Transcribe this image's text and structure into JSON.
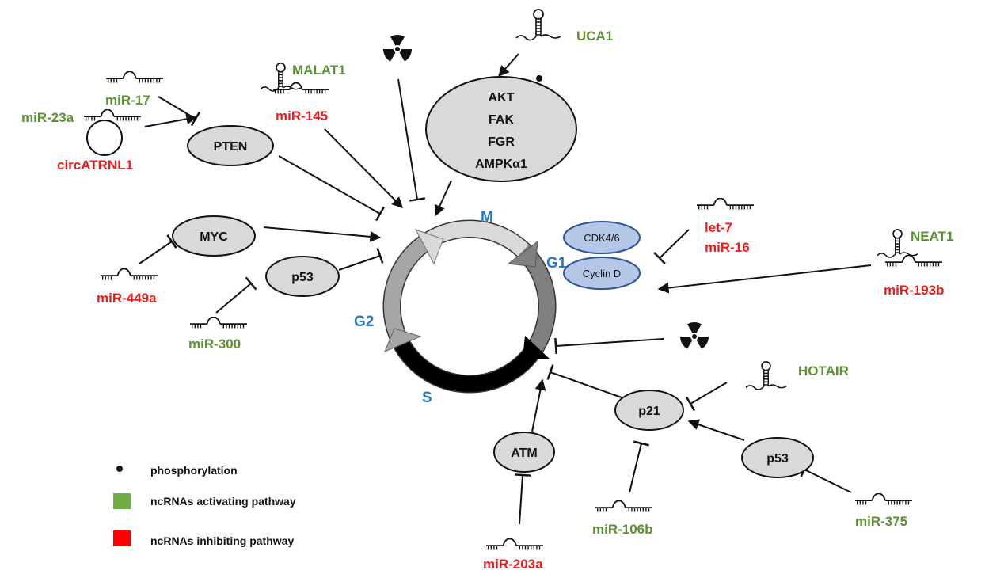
{
  "colors": {
    "activating": "#5b9132",
    "inhibiting": "#f21b1b",
    "phase_label": "#2479c8",
    "cyclin_fill": "#b4c7e7"
  },
  "cell_cycle": {
    "phases": {
      "m": "M",
      "g1": "G1",
      "g2": "G2",
      "s": "S"
    }
  },
  "nodes": {
    "akt_complex": [
      "AKT",
      "FAK",
      "FGR",
      "AMPKα1"
    ],
    "pten": "PTEN",
    "myc": "MYC",
    "p53_left": "p53",
    "cdk": "CDK4/6",
    "cyclin": "Cyclin D",
    "p21": "p21",
    "atm": "ATM",
    "p53_right": "p53"
  },
  "ncrnas": {
    "uca1": "UCA1",
    "malat1": "MALAT1",
    "mir145": "miR-145",
    "mir17": "miR-17",
    "mir23a": "miR-23a",
    "circatrnl1": "circATRNL1",
    "mir449a": "miR-449a",
    "mir300": "miR-300",
    "let7": "let-7",
    "mir16": "miR-16",
    "neat1": "NEAT1",
    "mir193b": "miR-193b",
    "hotair": "HOTAIR",
    "mir375": "miR-375",
    "mir106b": "miR-106b",
    "mir203a": "miR-203a"
  },
  "icons": [
    "radiation-icon",
    "mirna-icon",
    "lncrna-hairpin-icon",
    "circrna-icon",
    "phosphorylation-dot"
  ],
  "legend": {
    "phosphorylation": "phosphorylation",
    "activating": "ncRNAs activating  pathway",
    "inhibiting": "ncRNAs inhibiting pathway"
  }
}
